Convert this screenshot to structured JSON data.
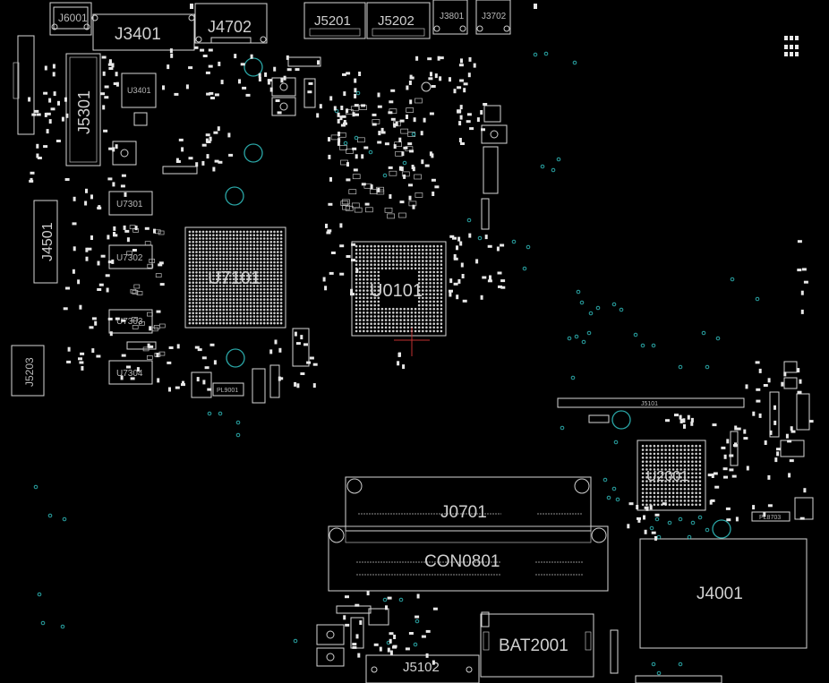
{
  "board": {
    "background": "#000000",
    "outline_color": "#d6d6d6",
    "via_color": "#2aa6a6",
    "marker_color": "#c03030"
  },
  "labels": {
    "j6001": "J6001",
    "j3401": "J3401",
    "j4702": "J4702",
    "j5201": "J5201",
    "j5202": "J5202",
    "j3801": "J3801",
    "j3702": "J3702",
    "j5301": "J5301",
    "u3401": "U3401",
    "u7301": "U7301",
    "u7302": "U7302",
    "u7303": "U7303",
    "u7304": "U7304",
    "j4501": "J4501",
    "j5203": "J5203",
    "u7101": "U7101",
    "u0101": "U0101",
    "j0701": "J0701",
    "con0801": "CON0801",
    "j4001": "J4001",
    "bat2001": "BAT2001",
    "j5102": "J5102",
    "u2001": "U2001",
    "j5101": "J5101",
    "pl9001": "PL9001",
    "pl8703": "PL8703"
  }
}
